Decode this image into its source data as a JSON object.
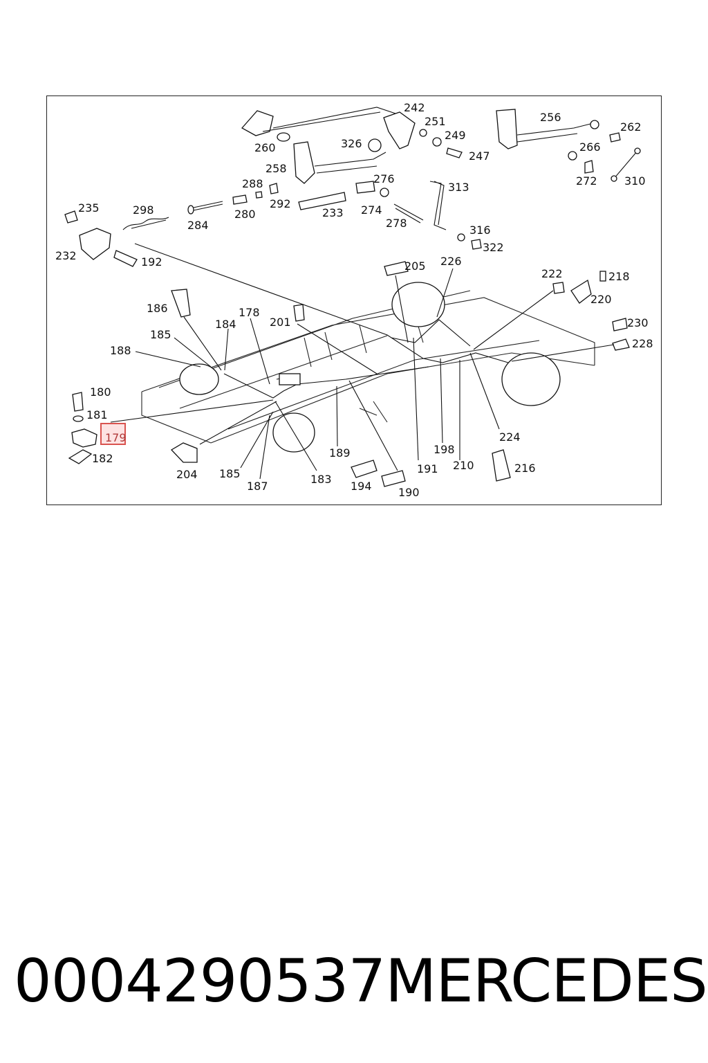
{
  "caption": {
    "part_number": "0004290537",
    "brand": "MERCEDES"
  },
  "diagram": {
    "highlight": {
      "label": "179",
      "border_color": "#d9534f",
      "fill_color": "#fde3e3",
      "text_color": "#b03a3a"
    },
    "callouts": [
      "242",
      "251",
      "249",
      "247",
      "256",
      "262",
      "266",
      "272",
      "310",
      "260",
      "326",
      "258",
      "288",
      "292",
      "233",
      "276",
      "274",
      "278",
      "313",
      "316",
      "322",
      "235",
      "298",
      "284",
      "280",
      "232",
      "192",
      "205",
      "226",
      "222",
      "218",
      "220",
      "230",
      "228",
      "186",
      "178",
      "201",
      "184",
      "185",
      "188",
      "180",
      "181",
      "182",
      "204",
      "189",
      "191",
      "198",
      "210",
      "224",
      "216",
      "194",
      "190",
      "187",
      "183"
    ]
  }
}
